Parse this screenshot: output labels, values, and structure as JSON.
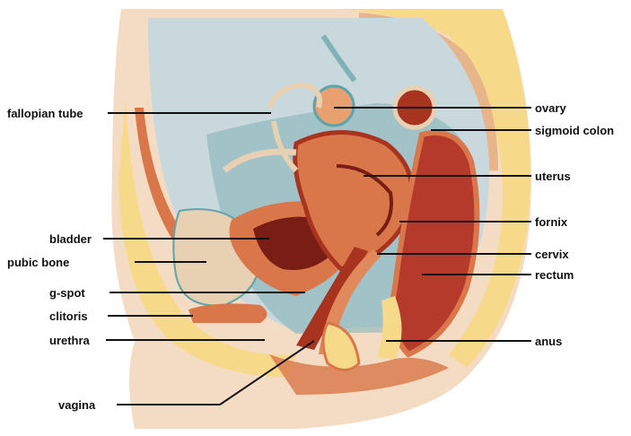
{
  "labels": {
    "fallopian_tube": "fallopian tube",
    "bladder": "bladder",
    "pubic_bone": "pubic bone",
    "g_spot": "g-spot",
    "clitoris": "clitoris",
    "urethra": "urethra",
    "vagina": "vagina",
    "ovary": "ovary",
    "sigmoid_colon": "sigmoid colon",
    "uterus": "uterus",
    "fornix": "fornix",
    "cervix": "cervix",
    "rectum": "rectum",
    "anus": "anus"
  },
  "colors": {
    "skin": "#f4dcc4",
    "fat": "#f7d98a",
    "cavity": "#c9d8dc",
    "teal": "#5fa4aa",
    "uterus": "#d9774a",
    "muscle_dark": "#a83420",
    "rectum": "#b63a2c",
    "bone": "#e8d0b2"
  }
}
